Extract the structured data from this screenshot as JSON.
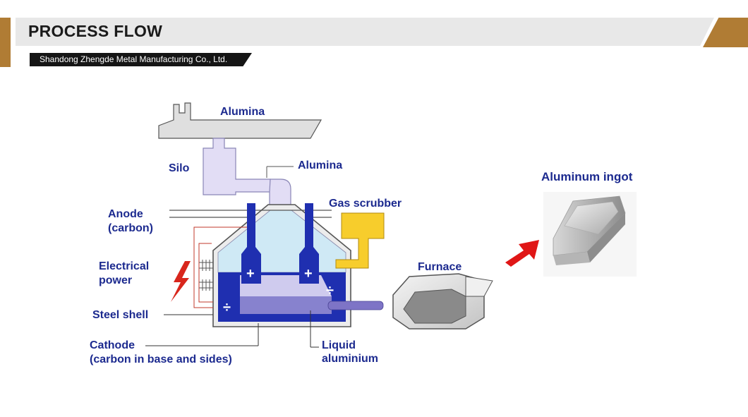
{
  "header": {
    "title": "PROCESS FLOW",
    "company": "Shandong Zhengde Metal Manufacturing Co., Ltd."
  },
  "diagram": {
    "labels": {
      "alumina_top": "Alumina",
      "silo": "Silo",
      "alumina_pipe": "Alumina",
      "anode_1": "Anode",
      "anode_2": "(carbon)",
      "gas_scrubber": "Gas scrubber",
      "electrical_1": "Electrical",
      "electrical_2": "power",
      "steel_shell": "Steel shell",
      "cathode_1": "Cathode",
      "cathode_2": "(carbon in base and sides)",
      "liquid_1": "Liquid",
      "liquid_2": "aluminium",
      "furnace": "Furnace",
      "ingot": "Aluminum ingot"
    },
    "signs": {
      "anode_left": "+",
      "anode_right": "+",
      "cathode_left": "÷",
      "cathode_right": "÷"
    },
    "colors": {
      "label_text": "#1c2a8f",
      "electrolyte_blue": "#1f2fb0",
      "bath_light": "#cfe9f5",
      "silo_fill": "#e2ddf5",
      "scrubber_yellow": "#f7cd2c",
      "arrow_red": "#e01616",
      "lightning_red": "#d8261c",
      "brand_gold": "#b07c34"
    },
    "icons": [
      "lightning-icon",
      "red-arrow-icon",
      "aluminum-ingot-icon"
    ]
  }
}
